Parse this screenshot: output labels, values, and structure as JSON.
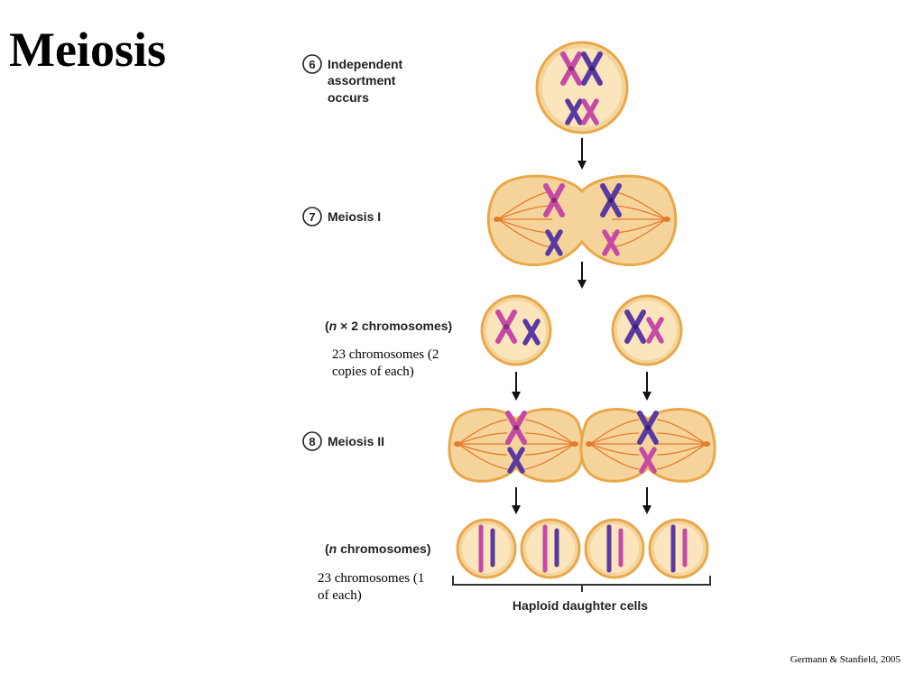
{
  "slide": {
    "title": "Meiosis",
    "credit": "Germann & Stanfield, 2005"
  },
  "steps": [
    {
      "number": "6",
      "line1": "Independent",
      "line2": "assortment",
      "line3": "occurs"
    },
    {
      "number": "7",
      "line1": "Meiosis I"
    },
    {
      "number": "8",
      "line1": "Meiosis II"
    }
  ],
  "labels": {
    "n_times_2_prefix": "(",
    "n_times_2_n": "n",
    "n_times_2_rest": " × 2 chromosomes)",
    "n_times_2_note_line1": "23 chromosomes (2",
    "n_times_2_note_line2": "copies of each)",
    "n_prefix": "(",
    "n_n": "n",
    "n_rest": " chromosomes)",
    "n_note_line1": "23 chromosomes (1",
    "n_note_line2": "of each)",
    "haploid": "Haploid daughter cells"
  },
  "colors": {
    "magenta_chromosome": "#c44aa6",
    "purple_chromosome": "#5a3aa0",
    "cell_fill": "#f5d49c",
    "cell_border": "#e9a849",
    "spindle": "#e47a2a"
  }
}
